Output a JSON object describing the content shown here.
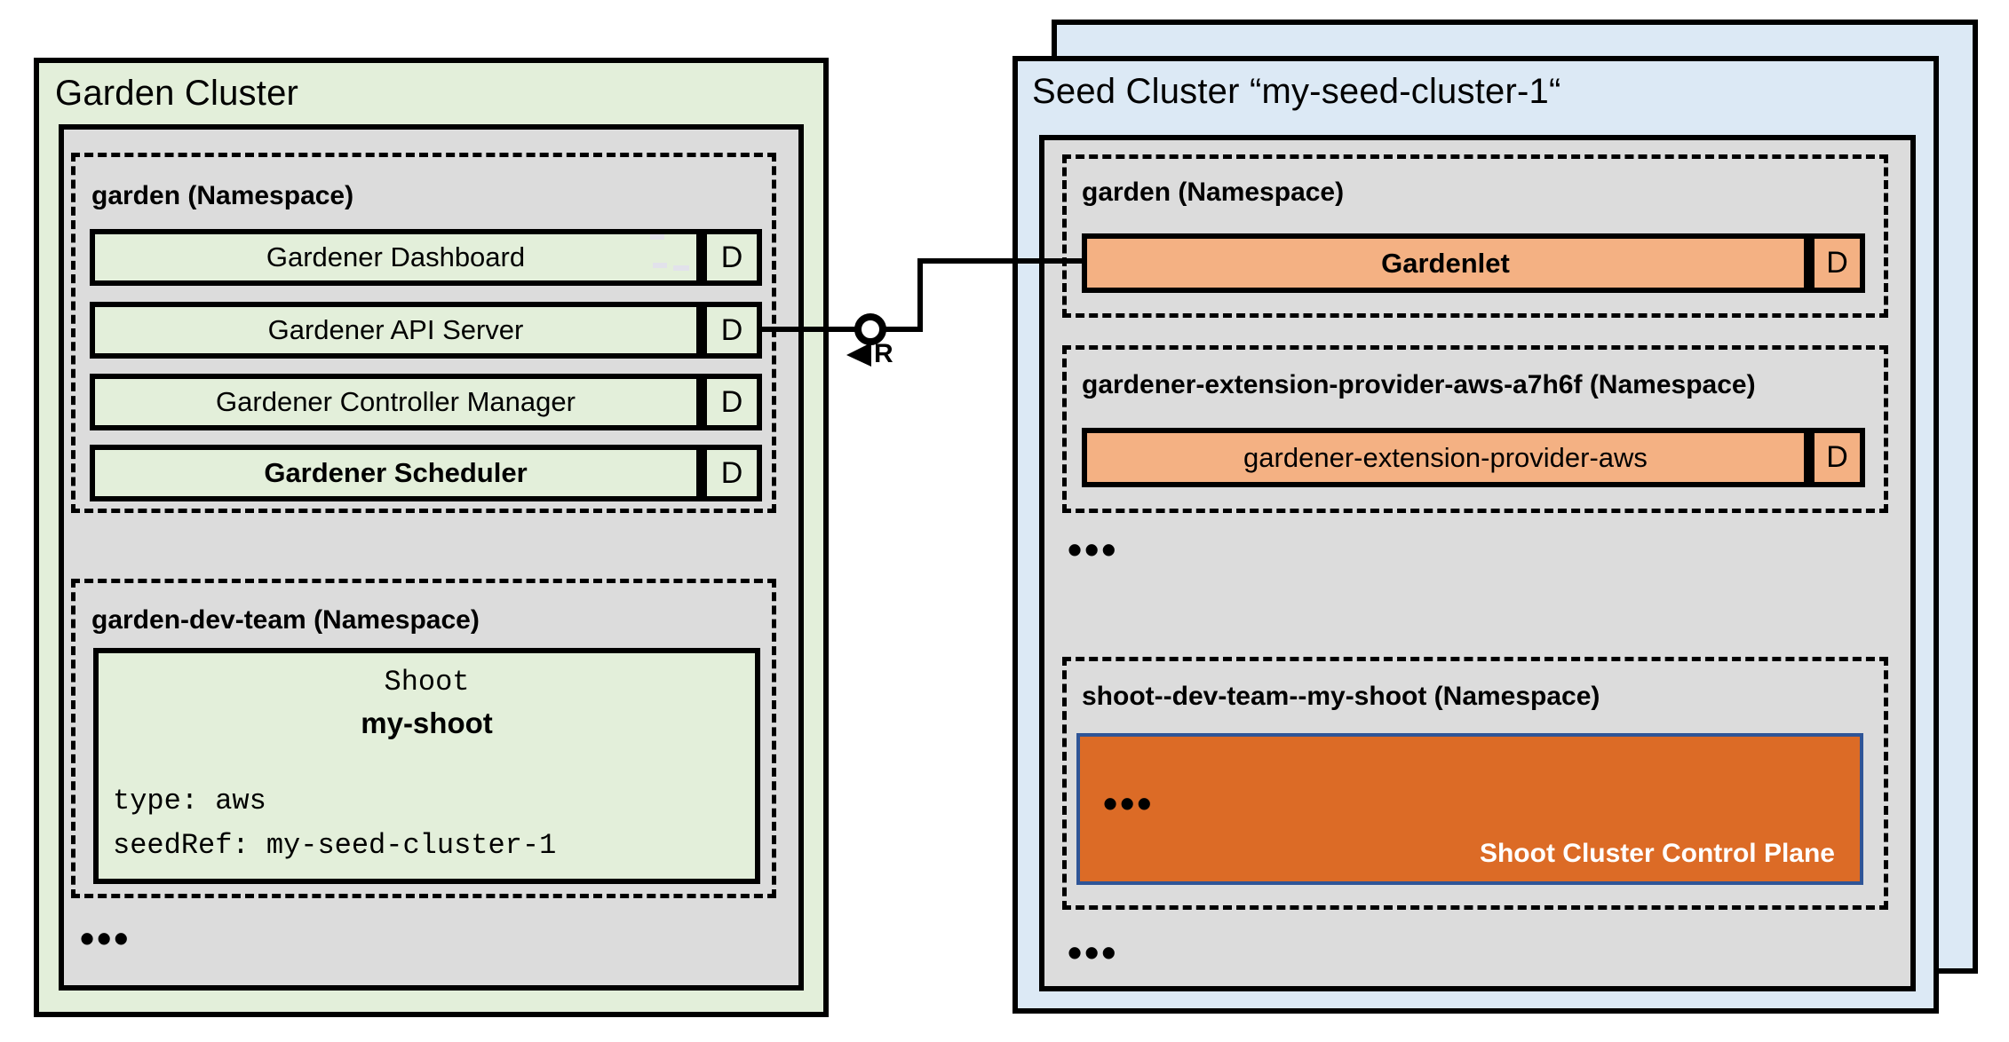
{
  "colors": {
    "panel_green": "#E3EFDA",
    "panel_blue": "#DCE9F5",
    "box_gray": "#DCDCDC",
    "bar_orange": "#F4B183",
    "control_plane_orange": "#DC6B26",
    "control_plane_border_blue": "#2F5597"
  },
  "garden_cluster": {
    "title": "Garden Cluster",
    "garden_namespace": {
      "title": "garden (Namespace)",
      "components": [
        {
          "label": "Gardener Dashboard",
          "badge": "D"
        },
        {
          "label": "Gardener API Server",
          "badge": "D"
        },
        {
          "label": "Gardener Controller Manager",
          "badge": "D"
        },
        {
          "label": "Gardener Scheduler",
          "badge": "D"
        }
      ]
    },
    "dev_team_namespace": {
      "title": "garden-dev-team (Namespace)",
      "shoot": {
        "kind": "Shoot",
        "name": "my-shoot",
        "spec_line_1": "type: aws",
        "spec_line_2": "seedRef: my-seed-cluster-1"
      }
    },
    "ellipsis": "•••"
  },
  "seed_cluster": {
    "title": "Seed Cluster “my-seed-cluster-1“",
    "garden_namespace": {
      "title": "garden (Namespace)",
      "component": {
        "label": "Gardenlet",
        "badge": "D"
      }
    },
    "extension_namespace": {
      "title": "gardener-extension-provider-aws-a7h6f (Namespace)",
      "component": {
        "label": "gardener-extension-provider-aws",
        "badge": "D"
      }
    },
    "ellipsis_between": "•••",
    "shoot_namespace": {
      "title": "shoot--dev-team--my-shoot (Namespace)",
      "control_plane": {
        "ellipsis": "•••",
        "label": "Shoot Cluster Control Plane"
      }
    },
    "ellipsis_bottom": "•••"
  },
  "connector": {
    "label": "R"
  }
}
